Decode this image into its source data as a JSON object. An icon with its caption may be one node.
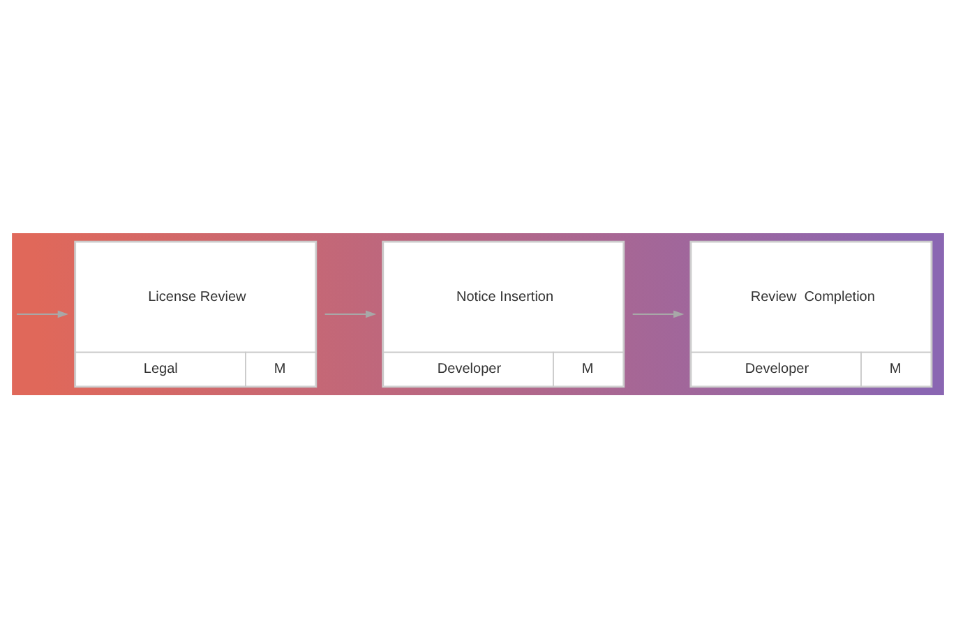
{
  "diagram": {
    "nodes": [
      {
        "text": [
          "License Review",
          "Legal",
          "M"
        ]
      },
      {
        "text": [
          "Notice Insertion",
          "Developer",
          "M"
        ]
      },
      {
        "text": [
          "Review  Completion",
          "Developer",
          "M"
        ]
      }
    ],
    "edges": [
      {
        "from": null,
        "to": 0,
        "arrow": "to"
      },
      {
        "from": 0,
        "to": 1,
        "arrow": "to"
      },
      {
        "from": 1,
        "to": 2,
        "arrow": "to"
      }
    ]
  }
}
